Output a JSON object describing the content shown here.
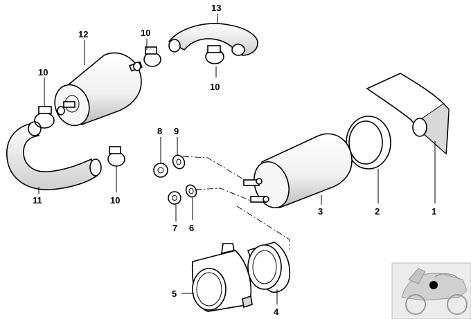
{
  "callouts": {
    "p1": "1",
    "p2": "2",
    "p3": "3",
    "p4": "4",
    "p5": "5",
    "p6": "6",
    "p7": "7",
    "p8": "8",
    "p9": "9",
    "p10a": "10",
    "p10b": "10",
    "p10c": "10",
    "p10d": "10",
    "p11": "11",
    "p12": "12",
    "p13": "13"
  },
  "colors": {
    "line": "#000000",
    "part_fill": "#ffffff",
    "shade": "#d9d9d9",
    "thumbnail_bg": "#e8e8e8",
    "thumbnail_marker": "#000000"
  },
  "thumbnail": {
    "icon": "motorcycle-location-icon"
  }
}
